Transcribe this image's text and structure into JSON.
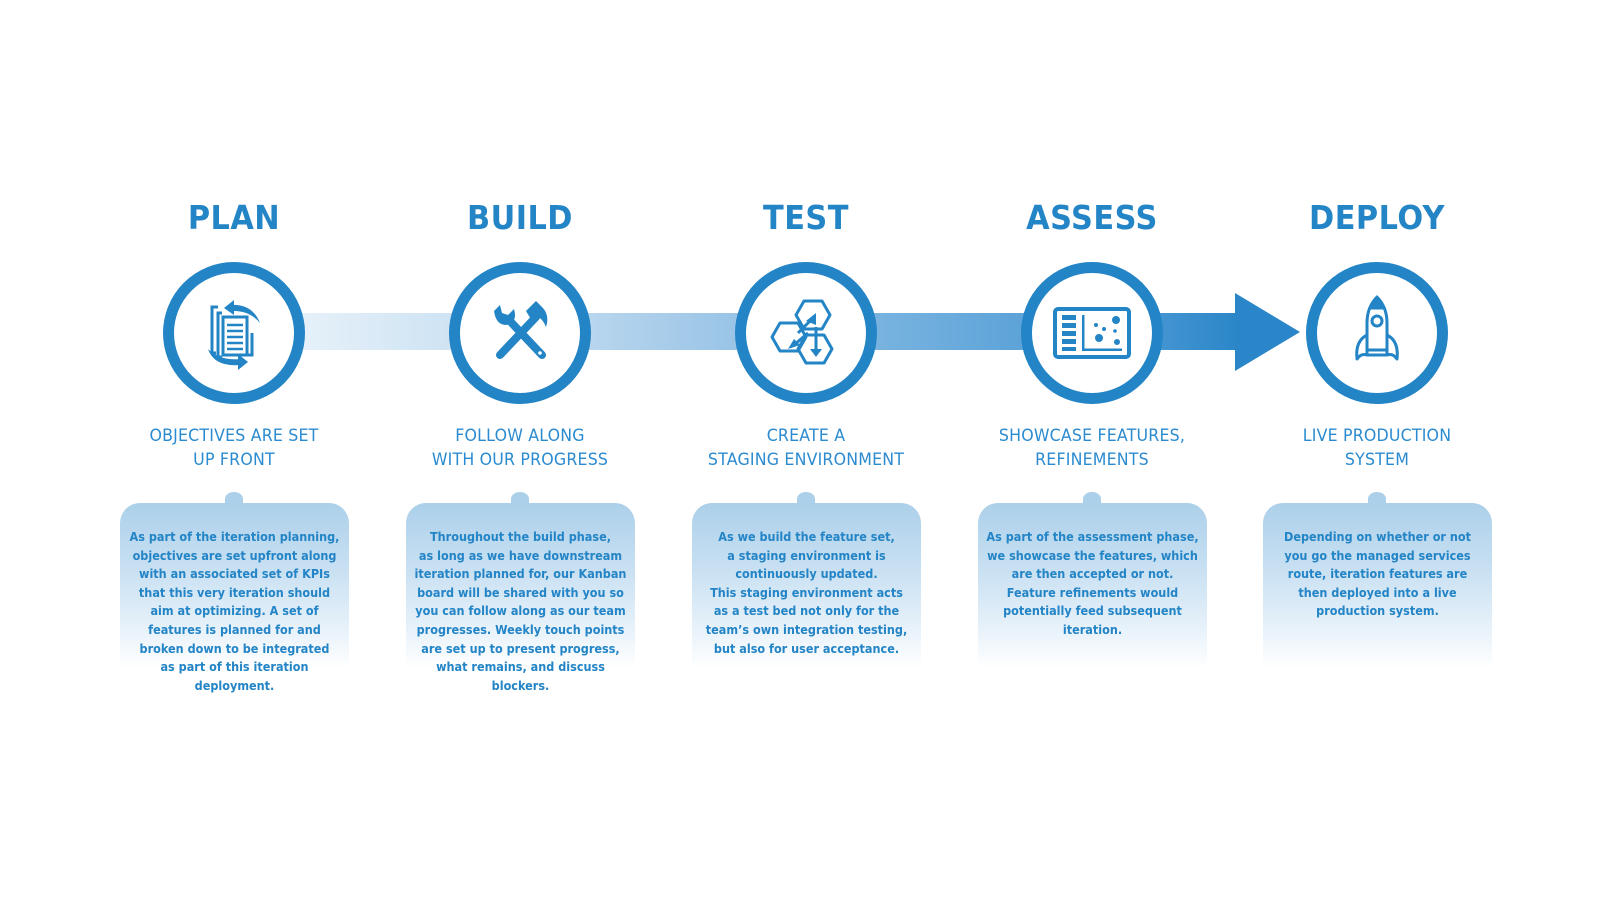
{
  "diagram": {
    "type": "process-flow",
    "colors": {
      "primary": "#2384c6",
      "connector_start": "#e3eff9",
      "connector_end": "#2a86c8",
      "box_top": "#acd0ea",
      "background": "#ffffff"
    },
    "stages": [
      {
        "title": "PLAN",
        "icon": "documents-cycle-icon",
        "subtitle": [
          "OBJECTIVES ARE SET",
          "UP FRONT"
        ],
        "description": [
          "As part of the iteration planning,",
          "objectives are set upfront along",
          "with an associated set of KPIs",
          "that this very iteration should",
          "aim at optimizing. A set of",
          "features is planned for and",
          "broken down to be integrated",
          "as part of this iteration",
          "deployment."
        ]
      },
      {
        "title": "BUILD",
        "icon": "wrench-hammer-icon",
        "subtitle": [
          "FOLLOW ALONG",
          "WITH OUR PROGRESS"
        ],
        "description": [
          "Throughout the build phase,",
          "as long as we have downstream",
          "iteration planned for, our Kanban",
          "board will be shared with you so",
          "you can follow along as our team",
          "progresses. Weekly touch points",
          "are set up to present progress,",
          "what remains, and discuss",
          "blockers."
        ]
      },
      {
        "title": "TEST",
        "icon": "hexagons-arrows-icon",
        "subtitle": [
          "CREATE A",
          "STAGING ENVIRONMENT"
        ],
        "description": [
          "As we build the feature set,",
          "a staging environment is",
          "continuously updated.",
          "This staging environment acts",
          "as a test bed not only for the",
          "team’s own integration testing,",
          "but also for user acceptance."
        ]
      },
      {
        "title": "ASSESS",
        "icon": "dashboard-panel-icon",
        "subtitle": [
          "SHOWCASE FEATURES,",
          "REFINEMENTS"
        ],
        "description": [
          "As part of the assessment phase,",
          "we showcase the features, which",
          "are then accepted or not.",
          "Feature refinements would",
          "potentially feed subsequent",
          "iteration."
        ]
      },
      {
        "title": "DEPLOY",
        "icon": "rocket-icon",
        "subtitle": [
          "LIVE PRODUCTION",
          "SYSTEM"
        ],
        "description": [
          "Depending on whether or not",
          "you go the managed services",
          "route, iteration features are",
          "then deployed into a live",
          "production system."
        ]
      }
    ]
  }
}
